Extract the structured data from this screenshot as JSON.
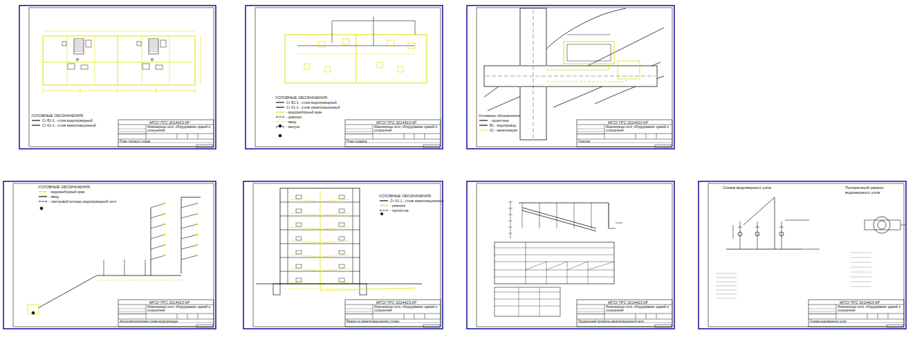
{
  "diagram": {
    "labels": [
      "МГСУ ПГС 2014423 КР",
      "МГСУ ПГС 2014423 КР",
      "МГСУ ПГС 2014423 КР",
      "МГСУ ПГС 2014423 КР",
      "МГСУ ПГС 2014423 КР",
      "МГСУ ПГС 2014423 КР",
      "МГСУ ПГС 2014423 КР",
      "Инженерные сети, оборудование зданий и сооружений",
      "Инженерные сети, оборудование зданий и сооружений",
      "Инженерные сети, оборудование зданий и сооружений",
      "Инженерные сети, оборудование зданий и сооружений",
      "Инженерные сети, оборудование зданий и сооружений",
      "Инженерные сети, оборудование зданий и сооружений",
      "Инженерные сети, оборудование зданий и сооружений",
      "План типового этажа",
      "План подвала",
      "Генплан",
      "Аксонометрическая схема водопровода",
      "Разрез по канализационному стояку",
      "Продольный профиль канализационной сети",
      "Схема водомерного узла",
      "Схема водомерного узла",
      "Поперечный разрез водомерного узла",
      "УСЛОВНЫЕ ОБОЗНАЧЕНИЯ:",
      "УСЛОВНЫЕ ОБОЗНАЧЕНИЯ:",
      "УСЛОВНЫЕ ОБОЗНАЧЕНИЯ:",
      "УСЛОВНЫЕ ОБОЗНАЧЕНИЯ:",
      "Условные обозначения:"
    ],
    "legend": [
      {
        "text": "Ст В1-1 - стояк водопроводный"
      },
      {
        "text": "Ст К1-1 - стояк канализационный"
      },
      {
        "text": "Ст В1-1 - стояк водопроводный"
      },
      {
        "text": "Ст К1-1 - стояк канализационный"
      },
      {
        "text": "- водоразборный кран"
      },
      {
        "text": "- ревизия"
      },
      {
        "text": "- ввод"
      },
      {
        "text": "- выпуск"
      },
      {
        "text": "- проектные"
      },
      {
        "text": "В1 - водопровод"
      },
      {
        "text": "К1 - канализация"
      },
      {
        "text": "- водоразборный кран"
      },
      {
        "text": "- ввод"
      },
      {
        "text": "- смотровой колодец водопроводной сети"
      },
      {
        "text": "Ст К1-1 - стояк канализационный"
      },
      {
        "text": "- ревизия"
      },
      {
        "text": "- прочистка"
      }
    ]
  }
}
